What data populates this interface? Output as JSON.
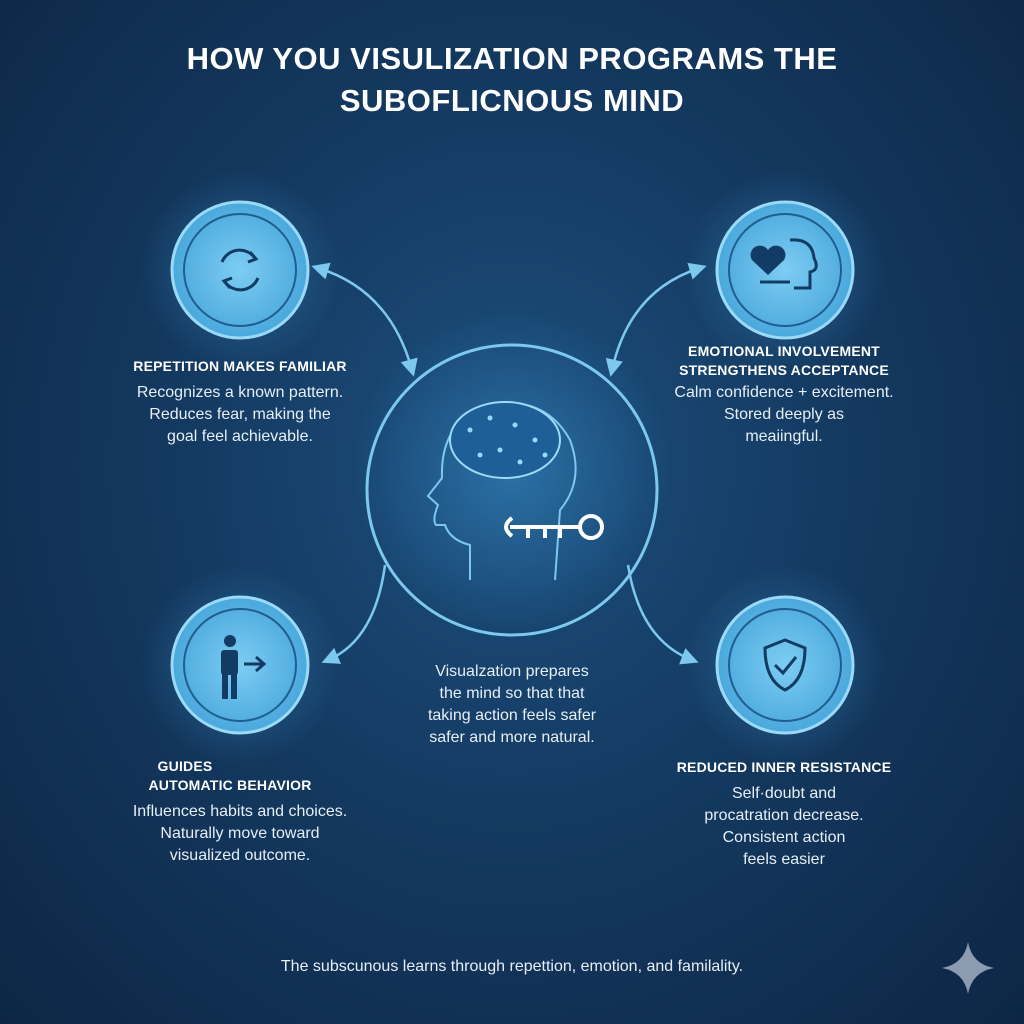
{
  "title": {
    "line1": "HOW YOU VISULIZATION PROGRAMS THE",
    "line2": "SUBOFLICNOUS MIND"
  },
  "nodes": [
    {
      "icon": "refresh-cycle-icon",
      "heading": [
        "REPETITION MAKES FAMILIAR"
      ],
      "body": [
        "Recognizes a known pattern.",
        "Reduces fear, making the",
        "goal feel achievable."
      ]
    },
    {
      "icon": "heart-brain-icon",
      "heading": [
        "EMOTIONAL INVOLVEMENT",
        "STRENGTHENS ACCEPTANCE"
      ],
      "body": [
        "Calm confidence + excitement.",
        "Stored deeply as",
        "meaiingful."
      ]
    },
    {
      "icon": "person-arrow-icon",
      "heading": [
        "GUIDES",
        "AUTOMATIC BEHAVIOR"
      ],
      "body": [
        "Influences habits and choices.",
        "Naturally move toward",
        "visualized outcome."
      ]
    },
    {
      "icon": "shield-check-icon",
      "heading": [
        "REDUCED INNER RESISTANCE"
      ],
      "body": [
        "Self·doubt and",
        "procatration decrease.",
        "Consistent action",
        "feels easier"
      ]
    }
  ],
  "center": {
    "icon": "head-brain-key-icon",
    "text": [
      "Visualzation prepares",
      "the mind so that that",
      "taking action feels safer",
      "safer and more natural."
    ]
  },
  "footer": "The subscunous learns through repettion, emotion, and familality.",
  "colors": {
    "accent": "#5ab8e6",
    "ring": "#7cc8ef",
    "background": "#143a61"
  }
}
